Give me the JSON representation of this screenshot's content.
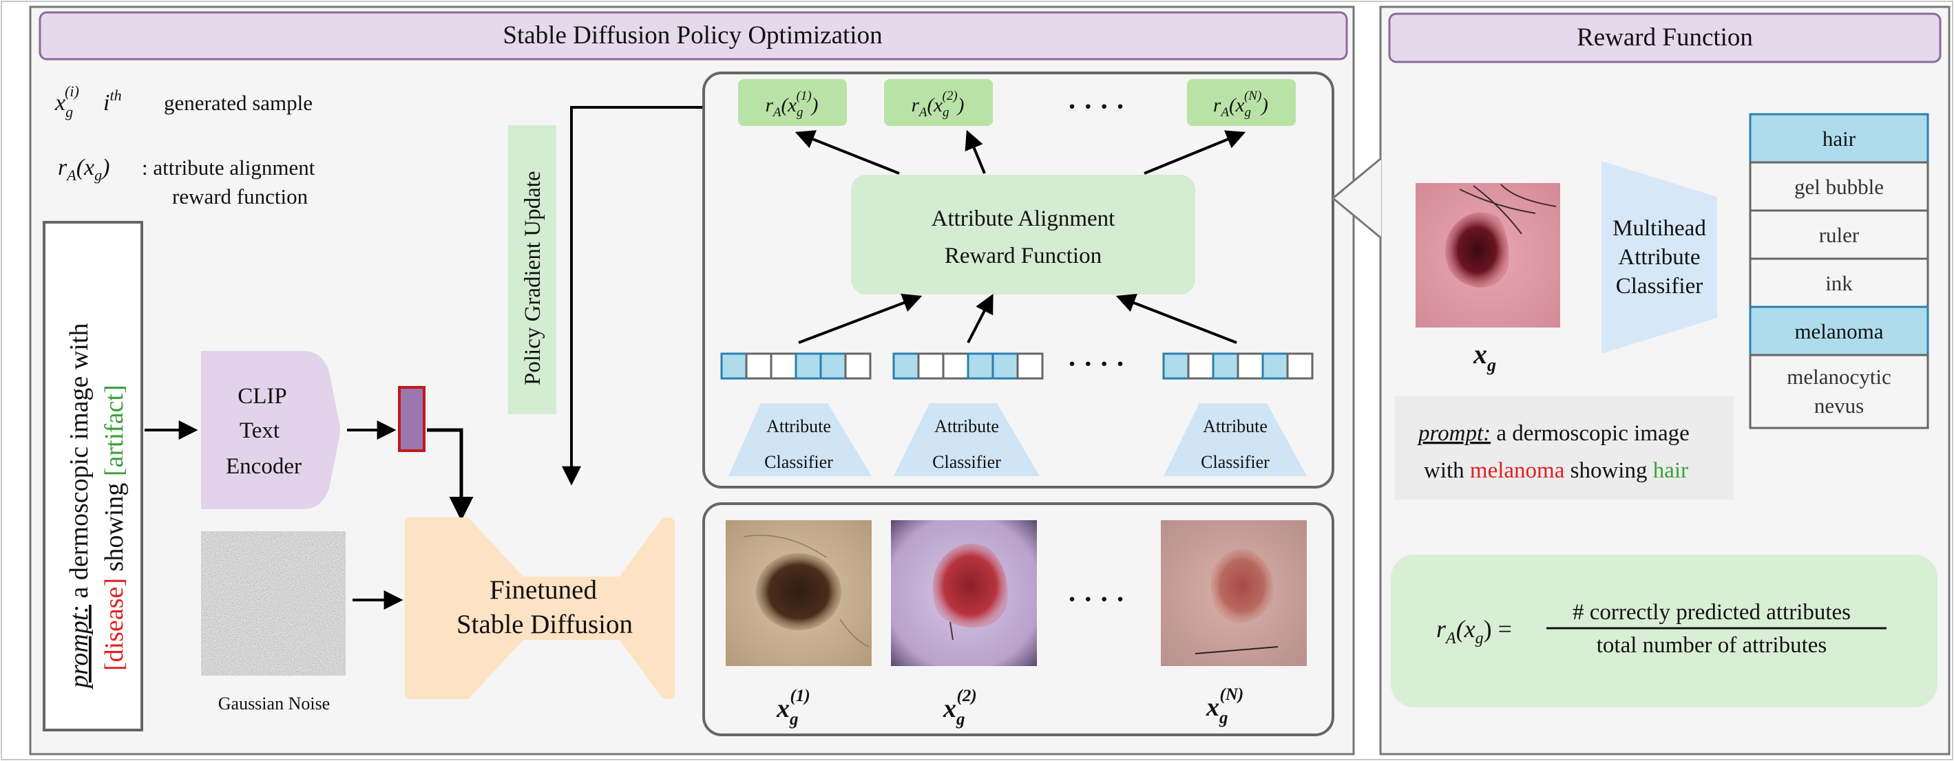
{
  "left_panel": {
    "title": "Stable Diffusion Policy Optimization",
    "legend": {
      "sample_symbol_base": "x",
      "sample_symbol_sub": "g",
      "sample_symbol_sup": "(i)",
      "ith_base": "i",
      "ith_sup": "th",
      "sample_desc": "generated sample",
      "reward_symbol": "r",
      "reward_symbol_sub": "A",
      "reward_arg": "(x",
      "reward_arg_sub": "g",
      "reward_arg_close": ")",
      "reward_desc_1": ": attribute alignment",
      "reward_desc_2": "reward function"
    },
    "prompt": {
      "label": "prompt:",
      "text_1": "a dermoscopic image with",
      "disease": "[disease]",
      "showing": "showing",
      "artifact": "[artifact]"
    },
    "clip_lines": [
      "CLIP",
      "Text",
      "Encoder"
    ],
    "noise_label": "Gaussian Noise",
    "policy_update": "Policy Gradient Update",
    "sd_lines": [
      "Finetuned",
      "Stable Diffusion"
    ],
    "rewards": [
      {
        "base": "r",
        "sub": "A",
        "arg": "(x",
        "argsub": "g",
        "sup": "(1)",
        "close": ")"
      },
      {
        "base": "r",
        "sub": "A",
        "arg": "(x",
        "argsub": "g",
        "sup": "(2)",
        "close": ")"
      },
      {
        "base": "r",
        "sub": "A",
        "arg": "(x",
        "argsub": "g",
        "sup": "(N)",
        "close": ")"
      }
    ],
    "dots": "· · · ·",
    "reward_fn_lines": [
      "Attribute Alignment",
      "Reward Function"
    ],
    "classifier_lines": [
      "Attribute",
      "Classifier"
    ],
    "attribute_vectors": [
      [
        1,
        0,
        0,
        1,
        1,
        0
      ],
      [
        1,
        0,
        0,
        1,
        1,
        0
      ],
      [
        1,
        0,
        1,
        0,
        1,
        0
      ]
    ],
    "samples": [
      {
        "base": "x",
        "sub": "g",
        "sup": "(1)"
      },
      {
        "base": "x",
        "sub": "g",
        "sup": "(2)"
      },
      {
        "base": "x",
        "sub": "g",
        "sup": "(N)"
      }
    ]
  },
  "right_panel": {
    "title": "Reward Function",
    "image_label_base": "x",
    "image_label_sub": "g",
    "classifier_lines": [
      "Multihead",
      "Attribute",
      "Classifier"
    ],
    "attributes": [
      {
        "label": "hair",
        "active": true
      },
      {
        "label": "gel bubble",
        "active": false
      },
      {
        "label": "ruler",
        "active": false
      },
      {
        "label": "ink",
        "active": false
      },
      {
        "label": "melanoma",
        "active": true
      },
      {
        "label": "melanocytic nevus",
        "active": false
      }
    ],
    "prompt": {
      "label": "prompt:",
      "text_1": "a dermoscopic image",
      "text_2": "with",
      "disease": "melanoma",
      "showing": "showing",
      "artifact": "hair"
    },
    "formula": {
      "lhs": "r",
      "lhs_sub": "A",
      "lhs_arg": "(x",
      "lhs_arg_sub": "g",
      "lhs_close": ") =",
      "numerator": "# correctly predicted attributes",
      "denominator": "total number of attributes"
    }
  },
  "colors": {
    "title_fill": "#e6d9ec",
    "title_stroke": "#8a6a9c",
    "panel_bg": "#f4f4f4",
    "reward_green": "#b9e3a6",
    "reward_fn_green": "#d4ecd2",
    "policy_green": "#d4ecd2",
    "clip_purple": "#e3d3ea",
    "sd_orange": "#fde2c3",
    "classifier_blue": "#cfe4f5",
    "attr_active": "#aedcec",
    "disease_red": "#e02020",
    "artifact_green": "#3aa03a",
    "embedding": "#9b77ad",
    "embedding_stroke": "#c01a1a",
    "formula_bg": "#d9efd5",
    "prompt_bg": "#ececec"
  }
}
